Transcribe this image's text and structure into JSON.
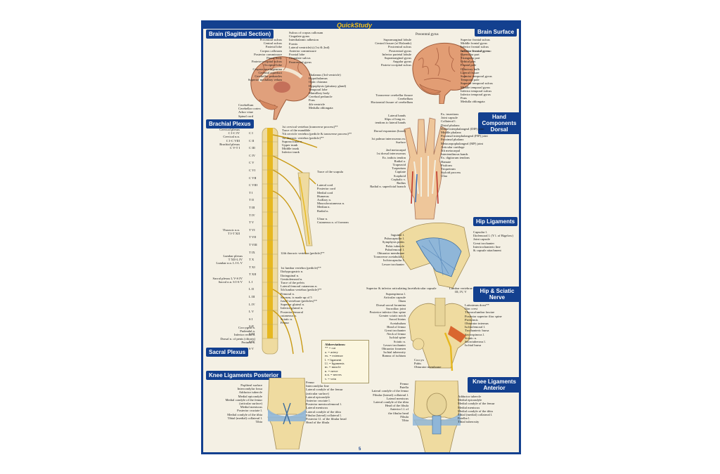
{
  "brand": "QuickStudy",
  "page_number": "5",
  "sections": {
    "brain_sagittal": "Brain (Sagittal Section)",
    "brain_surface": "Brain Surface",
    "brachial_plexus": "Brachial Plexus",
    "hand_dorsal": [
      "Hand",
      "Components",
      "Dorsal"
    ],
    "hip_ligaments": "Hip Ligaments",
    "hip_sciatic": [
      "Hip & Sciatic",
      "Nerve"
    ],
    "sacral_plexus": "Sacral Plexus",
    "knee_posterior": "Knee Ligaments Posterior",
    "knee_anterior": [
      "Knee Ligaments",
      "Anterior"
    ]
  },
  "brain_sagittal_left": [
    "Precentral sulcus",
    "Central sulcus",
    "Parietal lobe",
    "Corpus callosum",
    "Posterior commissure",
    "Pineal body",
    "Parieto-occipital sulcus",
    "Occipital lobe",
    "",
    "Corpora quadrigemina",
    "",
    "Cerebral aqueduct",
    "",
    "Cerebellar peduncles",
    "Superior medullary velum"
  ],
  "brain_sagittal_right": [
    "Sulcus of corpus callosum",
    "Cingulate gyrus",
    "Interthalamic adhesion",
    "Fornix",
    "Lateral ventricle(s) (1st & 2nd)",
    "Anterior commissure",
    "Frontal lobe",
    "Cingulate sulcus",
    "Paracentral gyrus"
  ],
  "brain_sagittal_bottom": [
    "Thalamus (3rd ventricle)",
    "Hypothalamus",
    "Optic chiasma",
    "Hypophysis (pituitary gland)",
    "Temporal lobe",
    "Mamillary body",
    "Cerebral peduncle",
    "Pons",
    "4th ventricle",
    "Medulla oblongata"
  ],
  "brain_sagittal_bottom_left": [
    "Cerebellum",
    "Cerebellar cortex",
    "Arbor vitae",
    "Spinal cord"
  ],
  "brain_surface_left": [
    "Supramarginal lobule",
    "Central fissure (of Rolando)",
    "Postcentral sulcus",
    "Postcentral gyrus",
    "Inferior parietal lobule",
    "Supramarginal gyrus",
    "Angular gyrus",
    "",
    "Parieto-occipital sulcus"
  ],
  "brain_surface_top": "Precentral gyrus",
  "brain_surface_right": [
    "Superior frontal sulcus",
    "Middle frontal gyrus",
    "Inferior frontal sulcus",
    "Inferior frontal gyrus:",
    "Opercular part",
    "Triangular part",
    "Orbital part",
    "Frontal pole",
    "Olfactory bulb",
    "Lateral fissure",
    "Superior temporal gyrus",
    "Temporal pole",
    "Superior temporal sulcus",
    "Middle temporal gyrus",
    "Inferior temporal sulcus",
    "Inferior temporal gyrus",
    "Pons",
    "Medulla oblongata"
  ],
  "brain_surface_bottom": [
    "Transverse cerebellar fissure",
    "Cerebellum",
    "Horizontal fissure of cerebellum"
  ],
  "brachial_left": [
    "Cervical plexus",
    "C I-C IV",
    "",
    "Cervical n.n.",
    "C I-C VIII",
    "Brachial plexus",
    "C V-T I"
  ],
  "vertebrae": [
    "C I",
    "C II",
    "C III",
    "C IV",
    "C V",
    "C VI",
    "C VII",
    "C VIII",
    "T I",
    "T II",
    "T III",
    "T IV",
    "T V",
    "T VI",
    "T VII",
    "T VIII",
    "T IX",
    "T X",
    "T XI",
    "T XII",
    "L I",
    "L II",
    "L III",
    "L IV",
    "L V",
    "S I",
    "S II",
    "S III",
    "S IV",
    "S V"
  ],
  "brachial_right": [
    "1st cervical vertebra (transverse process)**",
    "Trace of the mandible",
    "7th cervicle vertebra (pedicle & transverse process)**",
    "1st thoracic vertebra (pedicle)**",
    "Suprascicular n.",
    "Upper trunk",
    "Middle trunk",
    "Inferior trunk"
  ],
  "arm_labels": [
    "Trace of the scapula",
    "Lateral cord",
    "Posterior cord",
    "Medial cord",
    "Humerus",
    "Axillary n.",
    "Musculocutaneous n.",
    "Median n.",
    "Radial n.",
    "Ulnar n.",
    "Cutaneous n. of forearm"
  ],
  "thoracic_left": [
    "Thoracic n.n.",
    "T I-T XII"
  ],
  "lumbar_left": [
    "Lumbar plexus",
    "T XII-L IV",
    "",
    "Lumbar n.n. L I-L V",
    "",
    "Sacral plexus L V-S IV",
    "",
    "Sacral n.n. S I-S V"
  ],
  "spine_right": [
    "12th thoracic vertebra (pedicle)**",
    "1st lumbar vertebra (pedicle)**",
    "Iliohypogastric n.",
    "Ilioinguinal n.",
    "Genitofemoral n.",
    "Trace of the pelvis",
    "Lateral femoral cutaneous n.",
    "5th lumbar vertebra (pedicle)**",
    "Femoral n.",
    "Sacrum, is made up of 5",
    "fused vertebrae (pedicles)**",
    "Superior gluteal n.",
    "Inferior gluteal n.",
    "Posterior femoral",
    "cutaneous n.",
    "Sciatic n.",
    "Femur"
  ],
  "sacral_left": [
    "Coccygeal n.",
    "Pudendal n.",
    "Inferior rectal n.",
    "Dorsal n. of penis (clitoris)",
    "",
    "Perineal n."
  ],
  "abbreviations": [
    "Abbreviations:",
    "** = cut",
    "a. = artery",
    "ex. = extensor",
    "l. = ligament",
    "l.l. = ligaments",
    "m. = muscle",
    "n. = nerve",
    "n.n. = nerves",
    "v. = vein"
  ],
  "hand_left": [
    "Lateral bands",
    "Slips of long ex.",
    "tendons to lateral bands",
    "",
    "Dorsal expansion (hood)",
    "",
    "1st palmar interosseous m.",
    "Surface",
    "",
    "2nd metacarpal",
    "1st dorsal interosseous",
    "Ex. indicis tendon",
    "Radial a.",
    "Trapezoid",
    "Trapezium",
    "Capitate",
    "Scaphoid",
    "Cephalic v.",
    "Radius",
    "Radial n. superficial branch"
  ],
  "hand_right": [
    "Ex. insertions",
    "",
    "Joint capsule",
    "Collateral l.",
    "",
    "Distal phalanx",
    "Distal interphalangeal (DIP) joint",
    "Middle phalanx",
    "Proximal interphalangeal (PIP) joint",
    "Proximal phalanx",
    "Metacarpophalangeal (MP) joint",
    "Articular cartilage",
    "5th metacarpal",
    "Intertendinous bands",
    "Ex. digitorum tendons",
    "Hamate",
    "Pisiform",
    "Triquetrum",
    "Styloid process",
    "Ulna"
  ],
  "hip_lig_left": [
    "Inguinal l.",
    "Pubocapsular l.",
    "Symphysis pubis",
    "Pubic tubercle",
    "Pubofemoral l.",
    "Obturator membrane",
    "",
    "Transverse acetabular l.",
    "Ischiocapsular l.",
    "",
    "Lesser trochanter"
  ],
  "hip_lig_right": [
    "Capsular l.",
    "",
    "Iliofemoral l. (Y l. of Bigelow)",
    "",
    "Joint capsule",
    "Great trochanter",
    "",
    "",
    "Intertrochanteric line",
    "& capsule attachment"
  ],
  "sciatic_top": [
    "Superior & inferior articulating facets",
    "Articular capsule",
    "Lumbar vertebrae",
    "III, IV, V"
  ],
  "sciatic_left": [
    "Supraspinous l.",
    "Articular capsule",
    "Ilium",
    "Dorsal sacral foramina",
    "Sacroiliac joint",
    "Posterior inferior iliac spine",
    "Greater sciatic notch",
    "Sacral hiatus",
    "Acetabulum",
    "Head of femur",
    "Great trochanter",
    "Neck of femur",
    "Ischial spine",
    "Sciatic n.",
    "Lesser trochanter",
    "Obturator foramen",
    "Ischial tuberosity",
    "Ramus of ischium"
  ],
  "sciatic_right": [
    "Latissimus dorsi**",
    "Iliac crest",
    "Thoracolumbar fasciae",
    "Posterior superior iliac spine",
    "Piriformis",
    "Obturator internus",
    "Ischiofemoral l.",
    "Trochanteric bursa",
    "",
    "",
    "Sacrospinous l.",
    "Sciatic n.",
    "Sacrotuberous l.",
    "Ischial bursa"
  ],
  "sciatic_bottom": [
    "Coccyx",
    "Pubis",
    "Obturator membrane"
  ],
  "knee_post_left": [
    "Popliteal surface",
    "Intercondylar fossa",
    "Adductor tubercle",
    "Medial epicondyle",
    "Medial condyle of the femur",
    "(articular surface)",
    "Medial meniscus",
    "Posterior cruciate l.",
    "Medial condyle of the tibia",
    "Tibial (medial) collateral l.",
    "",
    "Tibia"
  ],
  "knee_post_right": [
    "Femur",
    "Intercondylar line",
    "Lateral condyle of the femur",
    "(articular surface)",
    "Lateral epicondyle",
    "Anterior cruciate l.",
    "Posterior meniscofemoral l.",
    "Lateral meniscus",
    "Lateral condyle of the tibia",
    "Fibular (lateral) collateral l.",
    "Posterior l.l. of the fibular head",
    "Head of the fibula"
  ],
  "knee_ant_left": [
    "Femur",
    "Patella",
    "Lateral condyle of the femur",
    "Fibular (lateral) collateral l.",
    "Lateral meniscus",
    "Lateral condyle of the tibia",
    "Head of the fibula",
    "Anterior l.l. of",
    "the fibular head",
    "Fibula",
    "Tibia"
  ],
  "knee_ant_right": [
    "Adductor tubercle",
    "Medial epicondyle",
    "Medial condyle of the femur",
    "Medial meniscus",
    "Medial condyle of the tibia",
    "Tibial (medial) collateral l.",
    "Patellar l.",
    "Tibial tuberosity"
  ],
  "colors": {
    "header": "#13408f",
    "brand": "#f6c21a",
    "nerve": "#e6b820",
    "bone": "#efdba0",
    "ligament": "#8fb6d8"
  }
}
